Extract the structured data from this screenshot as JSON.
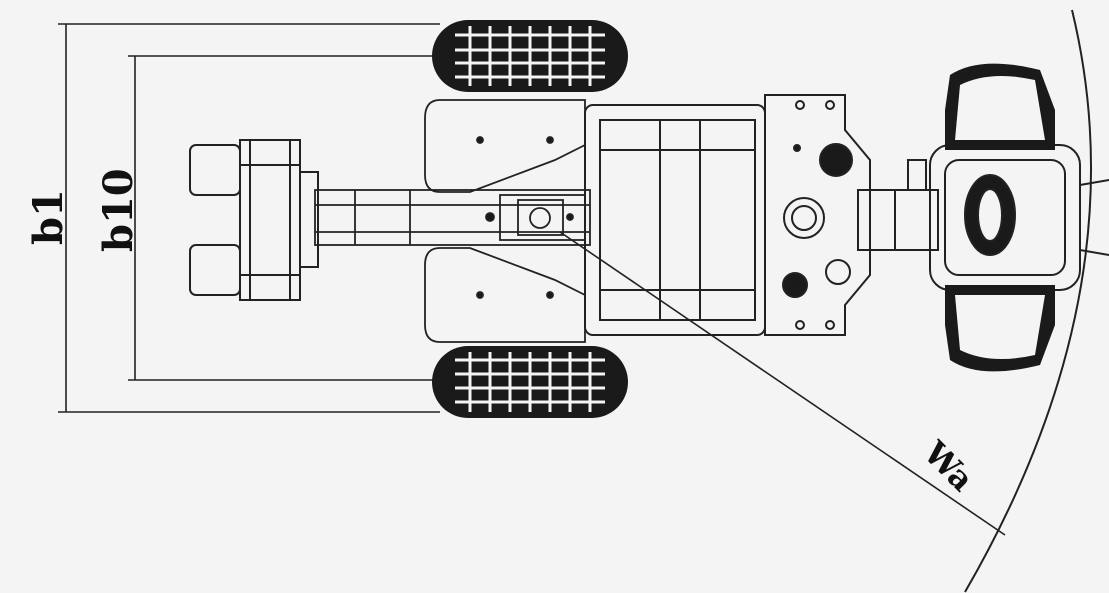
{
  "diagram": {
    "labels": {
      "overall_width": "b1",
      "track_width": "b10",
      "angle": "Wa"
    },
    "colors": {
      "background": "#f4f4f4",
      "line": "#222222",
      "tire": "#1a1a1a"
    }
  }
}
